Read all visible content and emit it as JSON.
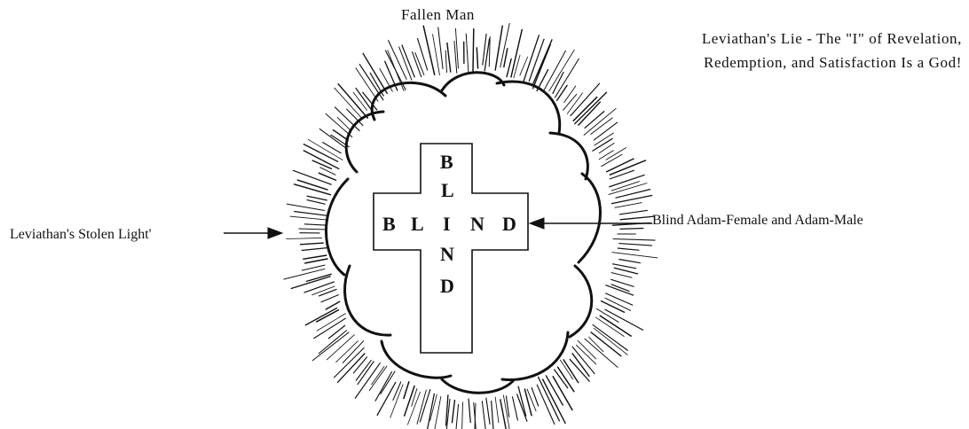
{
  "diagram": {
    "title": "Fallen Man",
    "subtitle_lines": [
      "Leviathan's Lie - The \"I\" of Revelation,",
      "Redemption, and Satisfaction Is a God!"
    ],
    "left_label": "Leviathan's Stolen Light'",
    "right_label": "Blind Adam-Female and Adam-Male",
    "cross": {
      "vertical_letters": [
        "B",
        "L",
        "I",
        "N",
        "D"
      ],
      "horizontal_letters": [
        "B",
        "L",
        "I",
        "N",
        "D"
      ]
    },
    "colors": {
      "ink": "#111111",
      "background": "#ffffff"
    }
  }
}
